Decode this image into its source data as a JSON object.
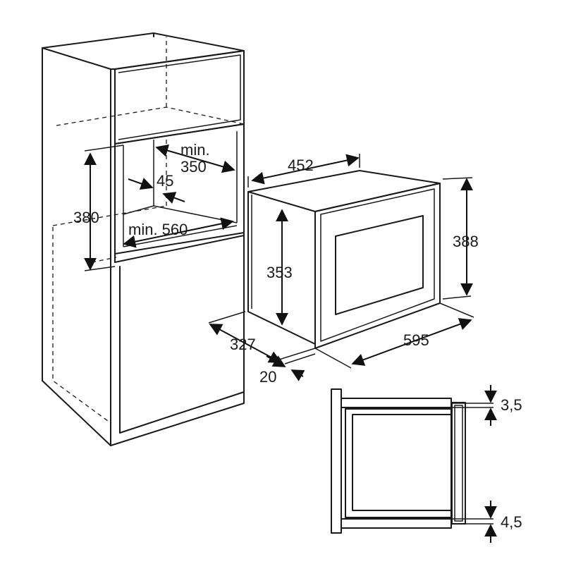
{
  "labels": {
    "cabinet_min_label": "min.",
    "cabinet_depth_min": "350",
    "cabinet_offset": "45",
    "niche_height": "380",
    "niche_width_min": "min. 560",
    "oven_top_depth": "452",
    "oven_total_height": "388",
    "oven_body_height": "353",
    "oven_side_depth": "327",
    "oven_width": "595",
    "front_offset": "20",
    "gap_top": "3,5",
    "gap_bottom": "4,5"
  },
  "colors": {
    "stroke": "#1a1a1a",
    "background": "#ffffff"
  }
}
